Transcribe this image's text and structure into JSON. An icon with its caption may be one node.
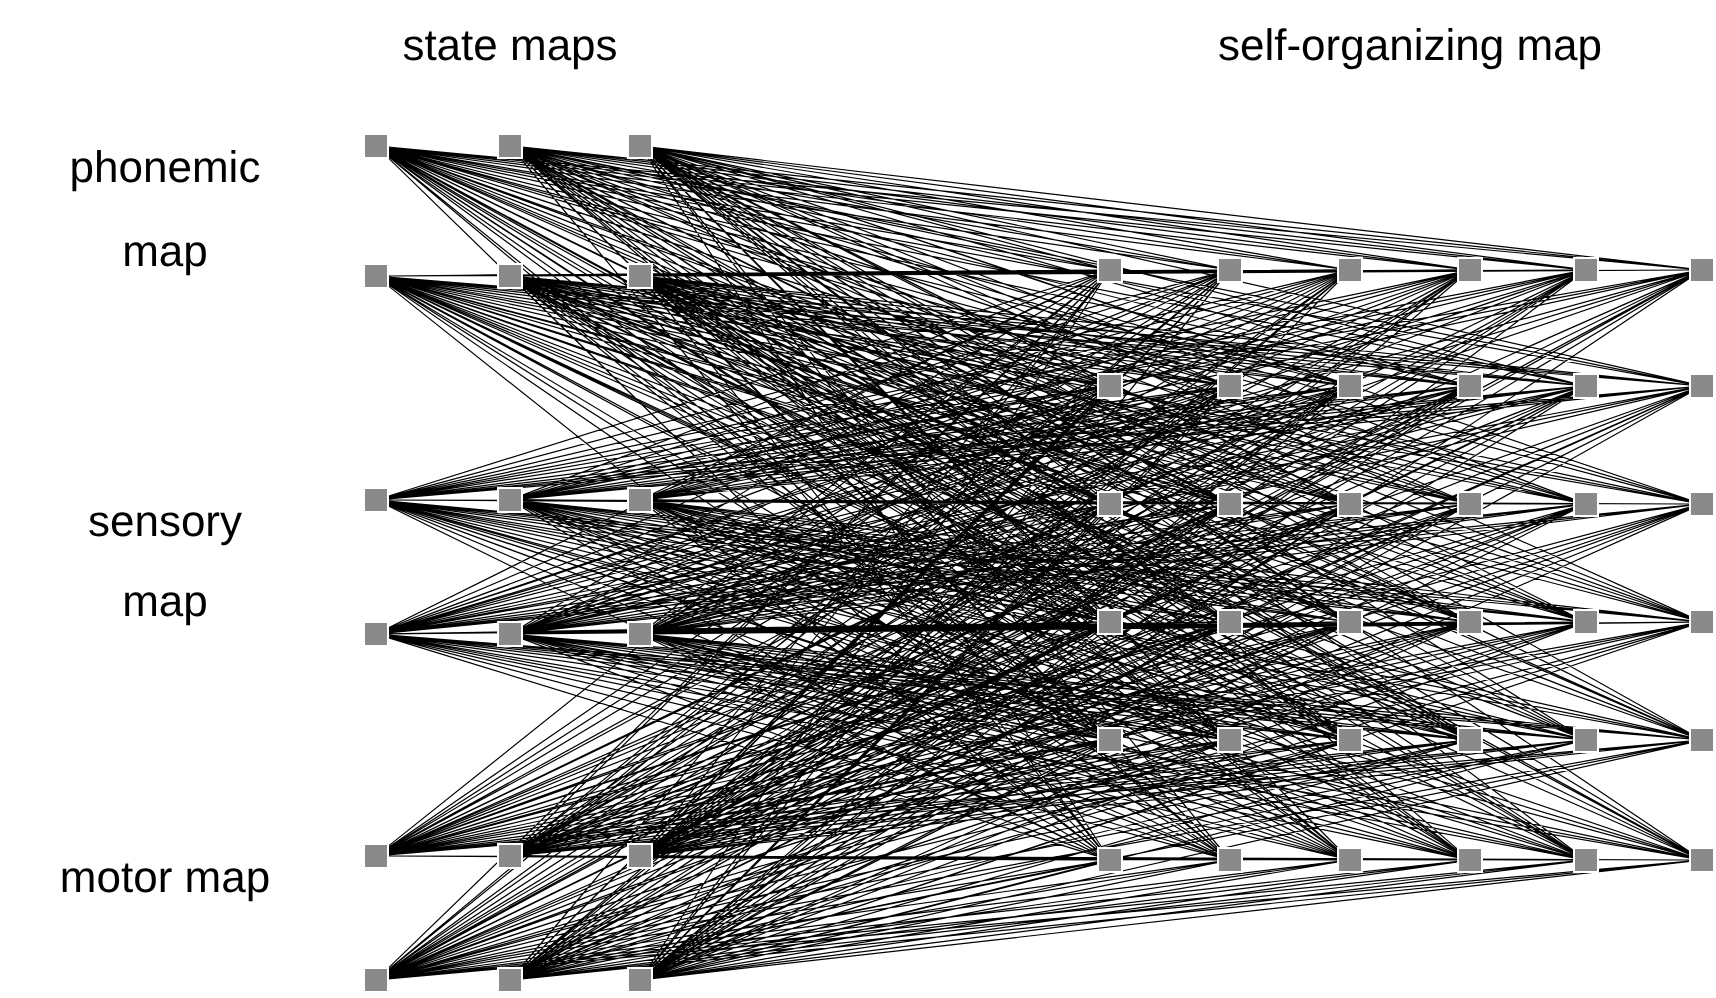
{
  "diagram": {
    "labels": [
      "state maps",
      "self-organizing map",
      "phonemic map",
      "sensory map",
      "motor map"
    ]
  }
}
